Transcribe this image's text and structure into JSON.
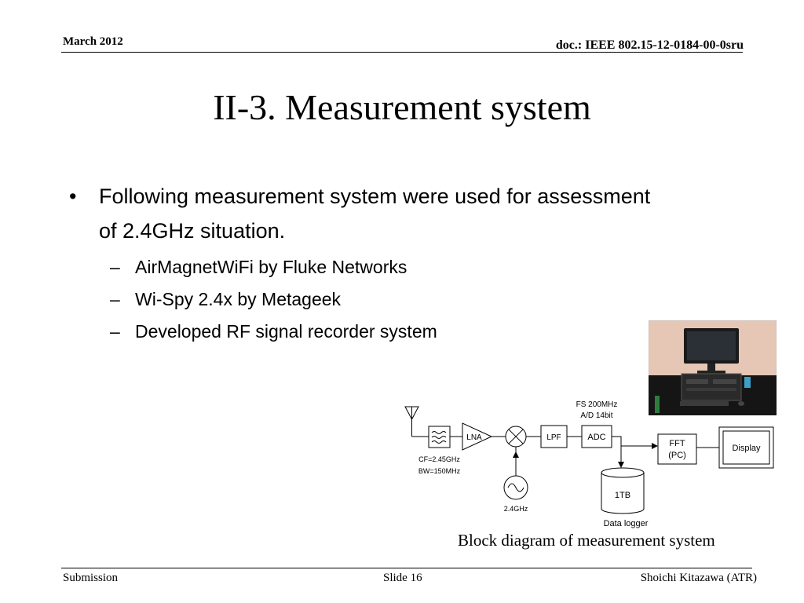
{
  "header": {
    "date": "March 2012",
    "doc": "doc.: IEEE 802.15-12-0184-00-0sru"
  },
  "title": "II-3. Measurement system",
  "bullet": {
    "mark": "•",
    "text": "Following measurement system were used for assessment of 2.4GHz situation."
  },
  "subitems": [
    {
      "dash": "–",
      "text": "AirMagnetWiFi by Fluke Networks"
    },
    {
      "dash": "–",
      "text": "Wi-Spy 2.4x by Metageek"
    },
    {
      "dash": "–",
      "text": "Developed RF signal recorder system"
    }
  ],
  "diagram": {
    "filter_cf": "CF=2.45GHz",
    "filter_bw": "BW=150MHz",
    "lna": "LNA",
    "lo": "2.4GHz",
    "lpf": "LPF",
    "adc_note1": "FS 200MHz",
    "adc_note2": "A/D 14bit",
    "adc": "ADC",
    "storage": "1TB",
    "storage_label": "Data logger",
    "fft1": "FFT",
    "fft2": "(PC)",
    "display": "Display"
  },
  "caption": "Block diagram of measurement system",
  "footer": {
    "left": "Submission",
    "center": "Slide 16",
    "right": "Shoichi Kitazawa (ATR)"
  },
  "colors": {
    "wall": "#e6c6b5",
    "table": "#151515"
  }
}
